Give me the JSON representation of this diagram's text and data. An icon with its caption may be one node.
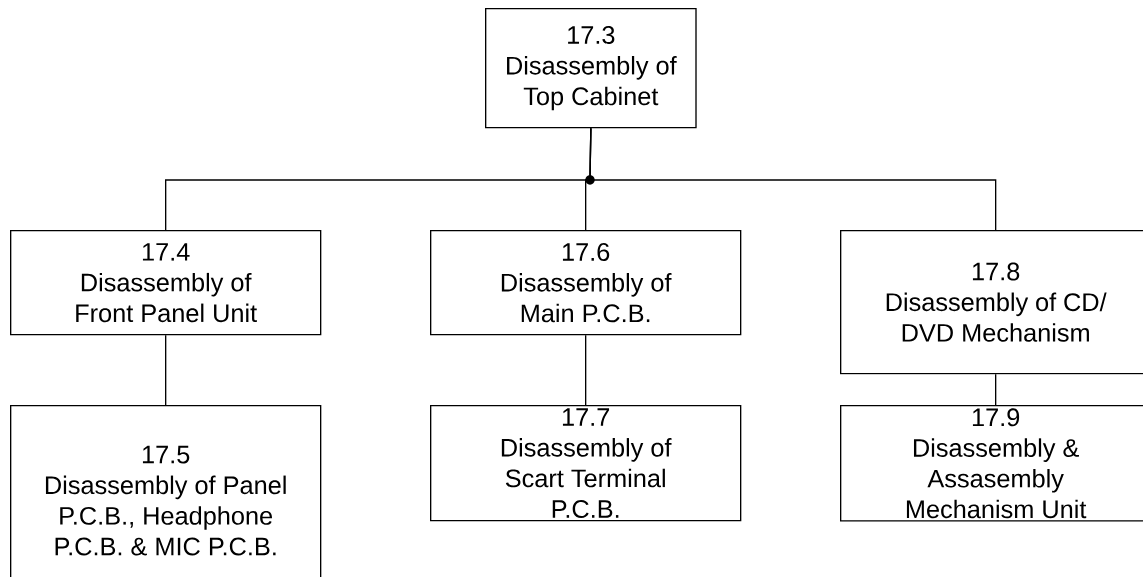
{
  "diagram": {
    "nodes": [
      {
        "text": [
          "17.3",
          "Disassembly of Top Cabinet"
        ]
      },
      {
        "text": [
          "17.4",
          "Disassembly of Front Panel Unit"
        ]
      },
      {
        "text": [
          "17.6",
          "Disassembly of Main P.C.B."
        ]
      },
      {
        "text": [
          "17.8",
          "Disassembly of CD/ DVD Mechanism"
        ]
      },
      {
        "text": [
          "17.5",
          "Disassembly of Panel P.C.B., Headphone P.C.B. & MIC P.C.B."
        ]
      },
      {
        "text": [
          "17.7",
          "Disassembly of Scart Terminal P.C.B."
        ]
      },
      {
        "text": [
          "17.9",
          "Disassembly & Assasembly Mechanism Unit"
        ]
      }
    ],
    "edges": [
      {
        "from": 0,
        "to": 1,
        "arrow": "none"
      },
      {
        "from": 0,
        "to": 2,
        "arrow": "none"
      },
      {
        "from": 0,
        "to": 3,
        "arrow": "none"
      },
      {
        "from": 1,
        "to": 4,
        "arrow": "none"
      },
      {
        "from": 2,
        "to": 5,
        "arrow": "none"
      },
      {
        "from": 3,
        "to": 6,
        "arrow": "none"
      }
    ]
  }
}
